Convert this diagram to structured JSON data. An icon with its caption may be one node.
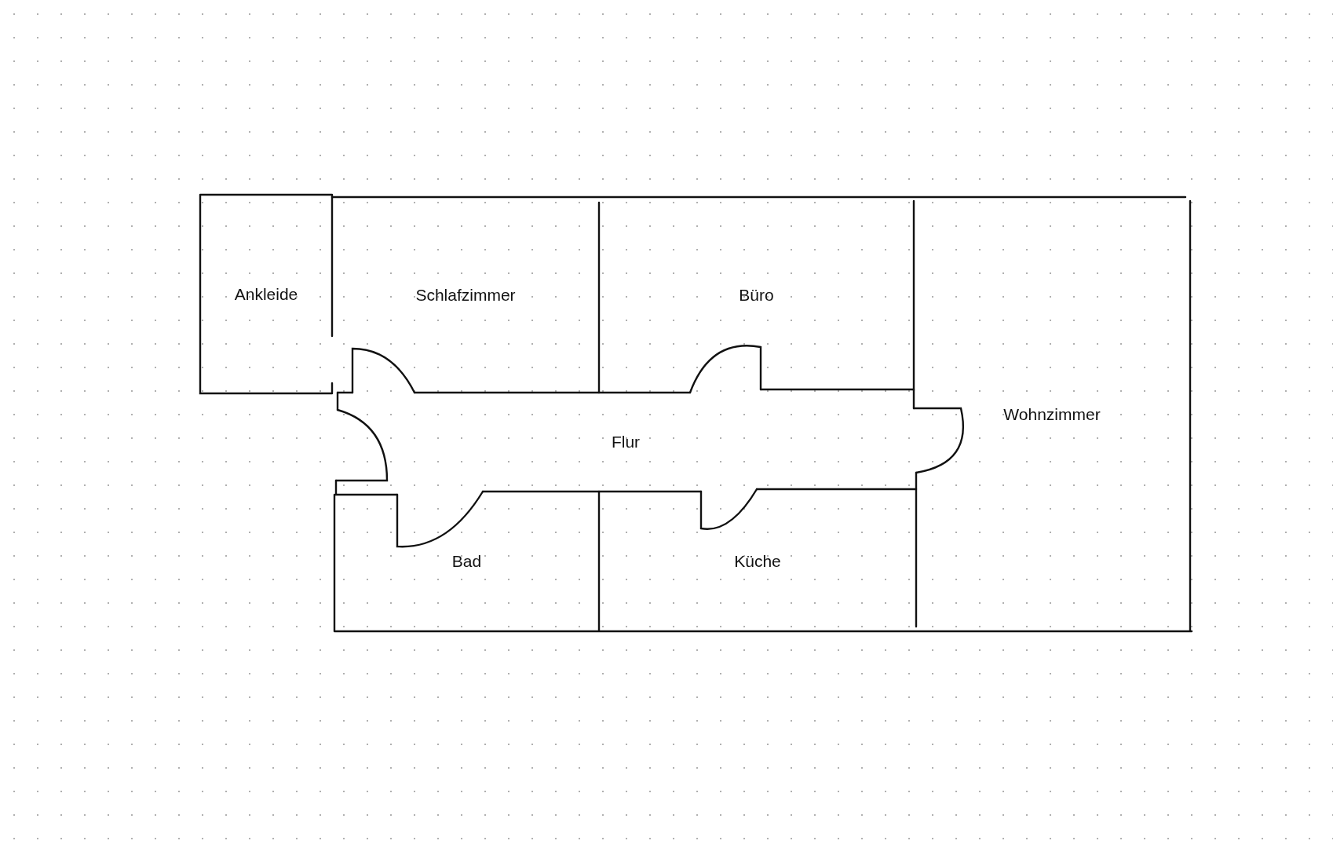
{
  "diagram": {
    "nodes": [
      {
        "text": [
          "Ankleide"
        ]
      },
      {
        "text": [
          "Schlafzimmer"
        ]
      },
      {
        "text": [
          "Büro"
        ]
      },
      {
        "text": [
          "Flur"
        ]
      },
      {
        "text": [
          "Wohnzimmer"
        ]
      },
      {
        "text": [
          "Bad"
        ]
      },
      {
        "text": [
          "Küche"
        ]
      }
    ]
  }
}
